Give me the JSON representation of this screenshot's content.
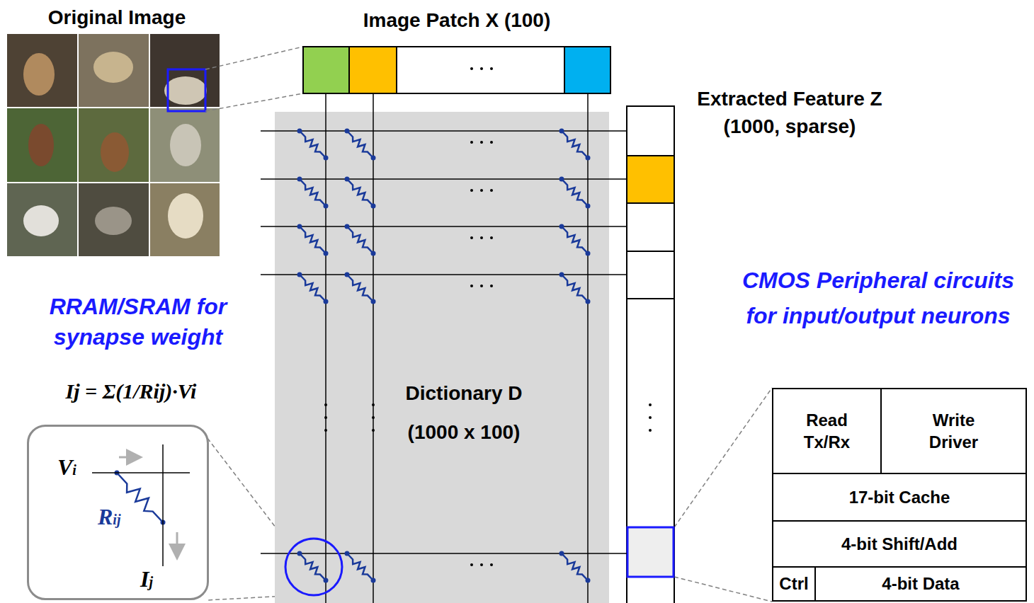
{
  "diagram": {
    "nodes": [
      {
        "text": [
          "Dictionary D (1000 x 100)"
        ]
      },
      {
        "text": [
          "Vi",
          "Rij",
          "Ij"
        ]
      },
      {
        "text": [
          "Read Tx/Rx"
        ]
      },
      {
        "text": [
          "Write Driver"
        ]
      },
      {
        "text": [
          "17-bit Cache"
        ]
      },
      {
        "text": [
          "4-bit Shift/Add"
        ]
      },
      {
        "text": [
          "Ctrl"
        ]
      },
      {
        "text": [
          "4-bit Data"
        ]
      }
    ],
    "labels": [
      "Original Image",
      "Image Patch X (100)",
      "Extracted Feature Z (1000, sparse)",
      "RRAM/SRAM for synapse weight",
      "Ij = Σ(1/Rij)·Vi",
      "CMOS Peripheral circuits for input/output neurons"
    ]
  }
}
